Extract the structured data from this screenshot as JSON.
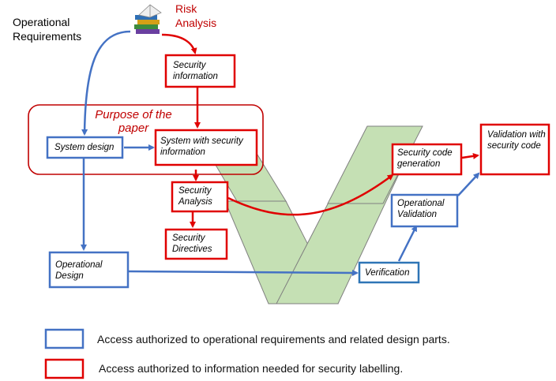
{
  "labels": {
    "operational_requirements": "Operational Requirements",
    "risk_analysis": "Risk Analysis",
    "purpose_of_paper": "Purpose of the paper",
    "security_information": "Security information",
    "system_design": "System design",
    "system_with_security_information": "System with security information",
    "security_analysis": "Security Analysis",
    "security_directives": "Security Directives",
    "operational_design": "Operational Design",
    "verification": "Verification",
    "operational_validation": "Operational Validation",
    "security_code_generation": "Security code generation",
    "validation_with_security_code": "Validation with security code"
  },
  "legend": {
    "blue": "Access authorized to operational requirements and related design parts.",
    "red": "Access authorized to information needed for security labelling."
  },
  "icons": {
    "books": "books-icon"
  },
  "colors": {
    "blue": "#4472c4",
    "red": "#e00000",
    "green_fill": "#c5e0b4",
    "dark_red_text": "#c00000"
  }
}
